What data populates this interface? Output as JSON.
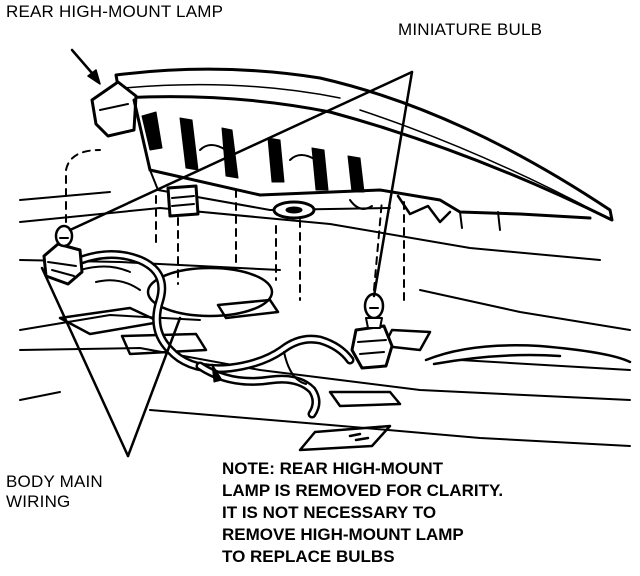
{
  "labels": {
    "rear_lamp": "REAR HIGH-MOUNT LAMP",
    "miniature_bulb": "MINIATURE BULB",
    "body_wiring_line1": "BODY MAIN",
    "body_wiring_line2": "WIRING"
  },
  "note": {
    "line1": "NOTE: REAR HIGH-MOUNT",
    "line2": "LAMP IS REMOVED FOR CLARITY.",
    "line3": "IT IS NOT NECESSARY TO",
    "line4": "REMOVE HIGH-MOUNT LAMP",
    "line5": "TO REPLACE BULBS"
  },
  "colors": {
    "ink": "#000000",
    "paper": "#ffffff"
  }
}
